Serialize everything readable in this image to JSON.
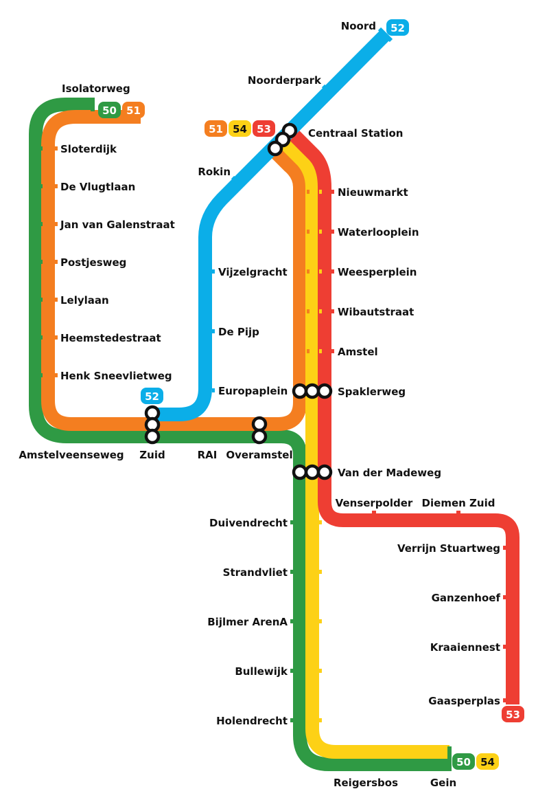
{
  "map": {
    "lines": [
      {
        "id": "50",
        "color": "#2f9a44"
      },
      {
        "id": "51",
        "color": "#f47e20"
      },
      {
        "id": "52",
        "color": "#0baee8"
      },
      {
        "id": "53",
        "color": "#ee3e33"
      },
      {
        "id": "54",
        "color": "#fdd116"
      }
    ],
    "stations": {
      "noord": "Noord",
      "noorderpark": "Noorderpark",
      "centraal_station": "Centraal Station",
      "rokin": "Rokin",
      "vijzelgracht": "Vijzelgracht",
      "de_pijp": "De Pijp",
      "europaplein": "Europaplein",
      "isolatorweg": "Isolatorweg",
      "sloterdijk": "Sloterdijk",
      "de_vlugtlaan": "De Vlugtlaan",
      "jan_van_galenstraat": "Jan van Galenstraat",
      "postjesweg": "Postjesweg",
      "lelylaan": "Lelylaan",
      "heemstedestraat": "Heemstedestraat",
      "henk_sneevlietweg": "Henk Sneevlietweg",
      "amstelveenseweg": "Amstelveenseweg",
      "zuid": "Zuid",
      "rai": "RAI",
      "overamstel": "Overamstel",
      "nieuwmarkt": "Nieuwmarkt",
      "waterlooplein": "Waterlooplein",
      "weesperplein": "Weesperplein",
      "wibautstraat": "Wibautstraat",
      "amstel": "Amstel",
      "spaklerweg": "Spaklerweg",
      "van_der_madeweg": "Van der Madeweg",
      "venserpolder": "Venserpolder",
      "diemen_zuid": "Diemen Zuid",
      "verrijn_stuartweg": "Verrijn Stuartweg",
      "ganzenhoef": "Ganzenhoef",
      "kraaiennest": "Kraaiennest",
      "gaasperplas": "Gaasperplas",
      "duivendrecht": "Duivendrecht",
      "strandvliet": "Strandvliet",
      "bijlmer_arena": "Bijlmer ArenA",
      "bullewijk": "Bullewijk",
      "holendrecht": "Holendrecht",
      "reigersbos": "Reigersbos",
      "gein": "Gein"
    },
    "badges": {
      "noord_52": "52",
      "isolatorweg_50": "50",
      "isolatorweg_51": "51",
      "centraal_51": "51",
      "centraal_54": "54",
      "centraal_53": "53",
      "zuid_52": "52",
      "gaasperplas_53": "53",
      "gein_50": "50",
      "gein_54": "54"
    }
  }
}
